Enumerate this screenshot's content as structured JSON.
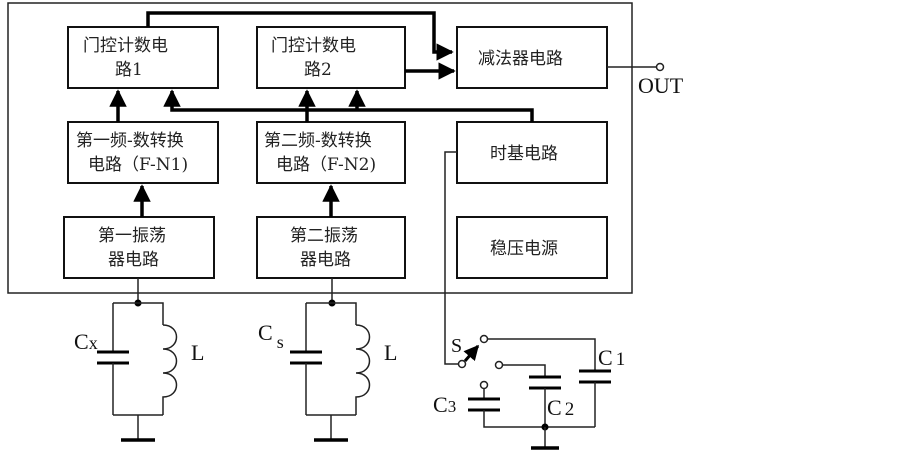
{
  "diagram": {
    "blocks": {
      "gate_counter_1": [
        "门控计数电",
        "路1"
      ],
      "gate_counter_2": [
        "门控计数电",
        "路2"
      ],
      "subtractor": [
        "减法器电路"
      ],
      "fn_converter_1": [
        "第一频-数转换",
        "电路（F-N1)"
      ],
      "fn_converter_2": [
        "第二频-数转换",
        "电路（F-N2)"
      ],
      "time_base": [
        "时基电路"
      ],
      "oscillator_1": [
        "第一振荡",
        "器电路"
      ],
      "oscillator_2": [
        "第二振荡",
        "器电路"
      ],
      "regulated_power": [
        "稳压电源"
      ]
    },
    "output_label": "OUT",
    "tank_1": {
      "capacitor": "C",
      "capacitor_sub": "x",
      "inductor": "L"
    },
    "tank_2": {
      "capacitor": "C",
      "capacitor_sub": "s",
      "inductor": "L"
    },
    "switch_label": "S",
    "capacitors": [
      {
        "name": "C",
        "sub": "1"
      },
      {
        "name": "C",
        "sub": "2"
      },
      {
        "name": "C",
        "sub": "3"
      }
    ]
  }
}
